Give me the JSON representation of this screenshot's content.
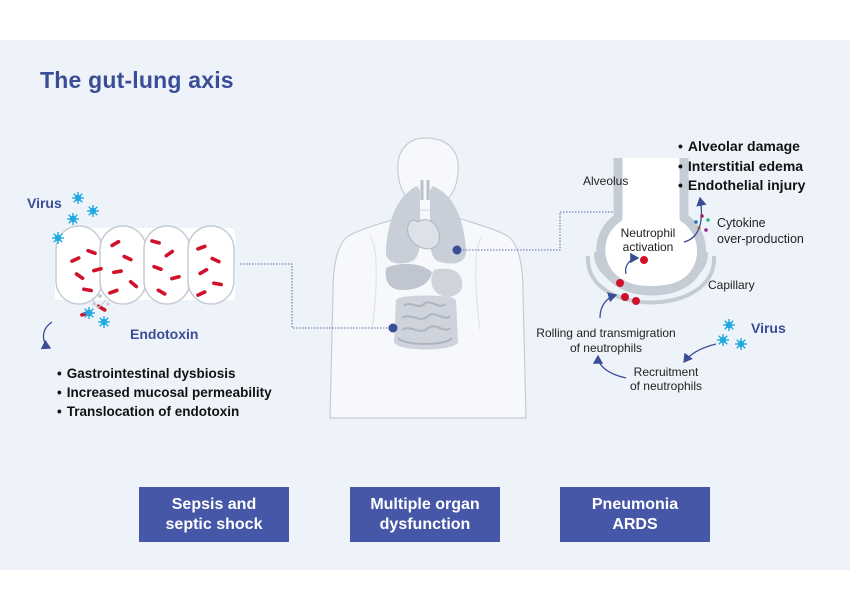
{
  "title": "The gut-lung axis",
  "gut": {
    "virus_label": "Virus",
    "endotoxin_label": "Endotoxin",
    "bullets": [
      "Gastrointestinal dysbiosis",
      "Increased mucosal permeability",
      "Translocation of endotoxin"
    ]
  },
  "lung": {
    "alveolus_label": "Alveolus",
    "neutrophil_activation": [
      "Neutrophil",
      "activation"
    ],
    "cytokine": [
      "Cytokine",
      "over-production"
    ],
    "capillary_label": "Capillary",
    "rolling": [
      "Rolling and transmigration",
      "of neutrophils"
    ],
    "recruitment": [
      "Recruitment",
      "of neutrophils"
    ],
    "virus_label": "Virus",
    "bullets": [
      "Alveolar damage",
      "Interstitial edema",
      "Endothelial injury"
    ]
  },
  "outcomes": [
    {
      "line1": "Sepsis and",
      "line2": "septic shock"
    },
    {
      "line1": "Multiple organ",
      "line2": "dysfunction"
    },
    {
      "line1": "Pneumonia",
      "line2": "ARDS"
    }
  ],
  "colors": {
    "title": "#3a4d97",
    "panel": "#eef3f9",
    "outcome_box": "#4657a8",
    "bacteria": "#d0112b",
    "virus": "#21a9e1",
    "organs": "#c9cfd8",
    "body": "#f6f8fb"
  },
  "icons": [
    "virus-icon",
    "bacteria-icon",
    "neutrophil-icon",
    "cytokine-icon",
    "arrow-icon"
  ]
}
